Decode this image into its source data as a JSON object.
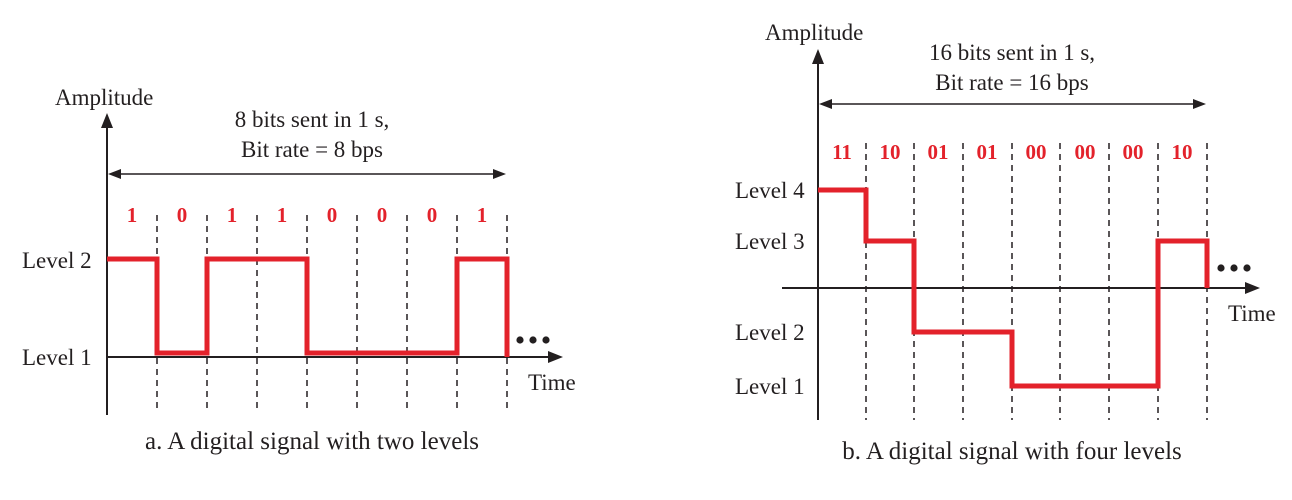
{
  "panel_a": {
    "amplitude_label": "Amplitude",
    "time_label": "Time",
    "rate_line1": "8 bits sent in 1 s,",
    "rate_line2": "Bit rate = 8 bps",
    "level_labels": [
      "Level 2",
      "Level 1"
    ],
    "bits": [
      "1",
      "0",
      "1",
      "1",
      "0",
      "0",
      "0",
      "1"
    ],
    "signal_levels": [
      2,
      1,
      2,
      2,
      1,
      1,
      1,
      2
    ],
    "caption": "a. A digital signal with two levels"
  },
  "panel_b": {
    "amplitude_label": "Amplitude",
    "time_label": "Time",
    "rate_line1": "16 bits sent in 1 s,",
    "rate_line2": "Bit rate = 16 bps",
    "level_labels": [
      "Level 4",
      "Level 3",
      "Level 2",
      "Level 1"
    ],
    "bits": [
      "11",
      "10",
      "01",
      "01",
      "00",
      "00",
      "00",
      "10"
    ],
    "signal_levels": [
      4,
      3,
      2,
      2,
      1,
      1,
      1,
      3
    ],
    "caption": "b. A digital signal with four levels"
  },
  "colors": {
    "signal": "#e3222b",
    "ink": "#231f20"
  }
}
